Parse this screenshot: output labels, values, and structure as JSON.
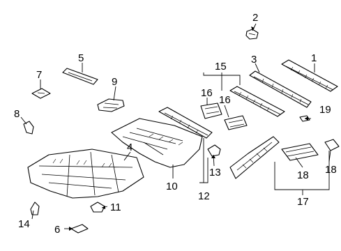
{
  "callouts": {
    "c1": "1",
    "c2": "2",
    "c3": "3",
    "c4": "4",
    "c5": "5",
    "c6": "6",
    "c7": "7",
    "c8": "8",
    "c9": "9",
    "c10": "10",
    "c11": "11",
    "c12": "12",
    "c13": "13",
    "c14": "14",
    "c15": "15",
    "c16a": "16",
    "c16b": "16",
    "c17": "17",
    "c18a": "18",
    "c18b": "18",
    "c19": "19"
  }
}
